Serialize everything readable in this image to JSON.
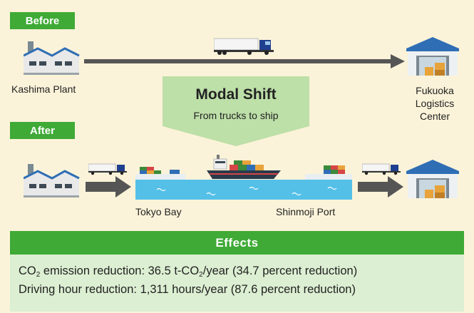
{
  "before": {
    "tag": "Before",
    "origin": "Kashima Plant",
    "destination_lines": [
      "Fukuoka",
      "Logistics",
      "Center"
    ]
  },
  "modal_shift": {
    "title": "Modal Shift",
    "subtitle": "From trucks to ship"
  },
  "after": {
    "tag": "After",
    "port_origin": "Tokyo Bay",
    "port_destination": "Shinmoji Port"
  },
  "effects": {
    "header": "Effects",
    "line1": {
      "prefix": "CO",
      "sub1": "2",
      "middle": " emission reduction: 36.5 t-CO",
      "sub2": "2",
      "suffix": "/year (34.7 percent reduction)"
    },
    "line2": "Driving hour reduction: 1,311 hours/year (87.6 percent reduction)"
  },
  "colors": {
    "green": "#3faa36",
    "arrow": "#555555",
    "truck_cab": "#1f3f8f",
    "light_green": "#bddfa8",
    "sea": "#54c0e8",
    "background": "#fbf3d9"
  }
}
